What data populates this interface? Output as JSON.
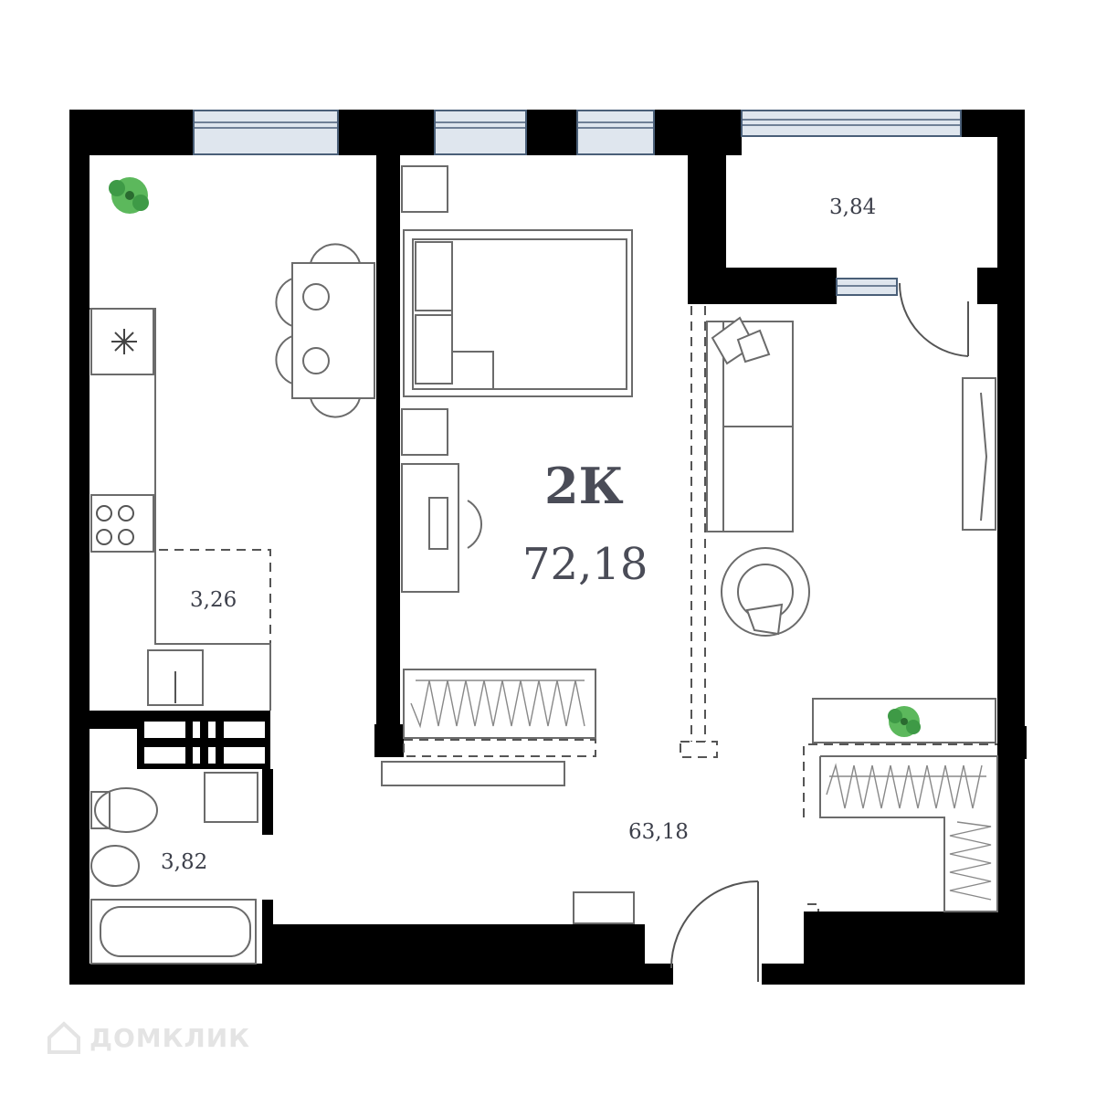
{
  "plan": {
    "type_label": "2К",
    "total_area": "72,18",
    "rooms": {
      "kitchen_niche_area": "3,26",
      "bathroom_area": "3,82",
      "main_area": "63,18",
      "balcony_area": "3,84"
    }
  },
  "watermark": {
    "text": "ДОМКЛИК"
  },
  "colors": {
    "wall": "#000000",
    "furniture_stroke": "#6b6b6b",
    "plant": "#4caf50",
    "window": "#dfe6ee"
  }
}
